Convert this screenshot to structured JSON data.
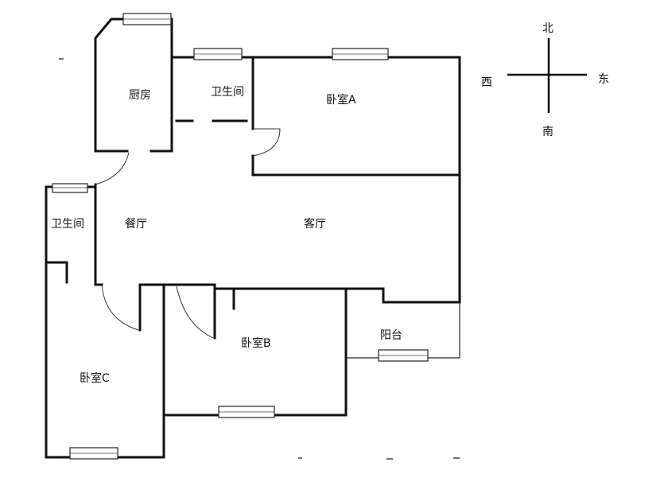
{
  "rooms": {
    "kitchen": "厨房",
    "bath_top": "卫生间",
    "bedroom_a": "卧室A",
    "dining": "餐厅",
    "living": "客厅",
    "bath_left": "卫生间",
    "bedroom_b": "卧室B",
    "balcony": "阳台",
    "bedroom_c": "卧室C"
  },
  "compass": {
    "north": "北",
    "south": "南",
    "east": "东",
    "west": "西"
  }
}
